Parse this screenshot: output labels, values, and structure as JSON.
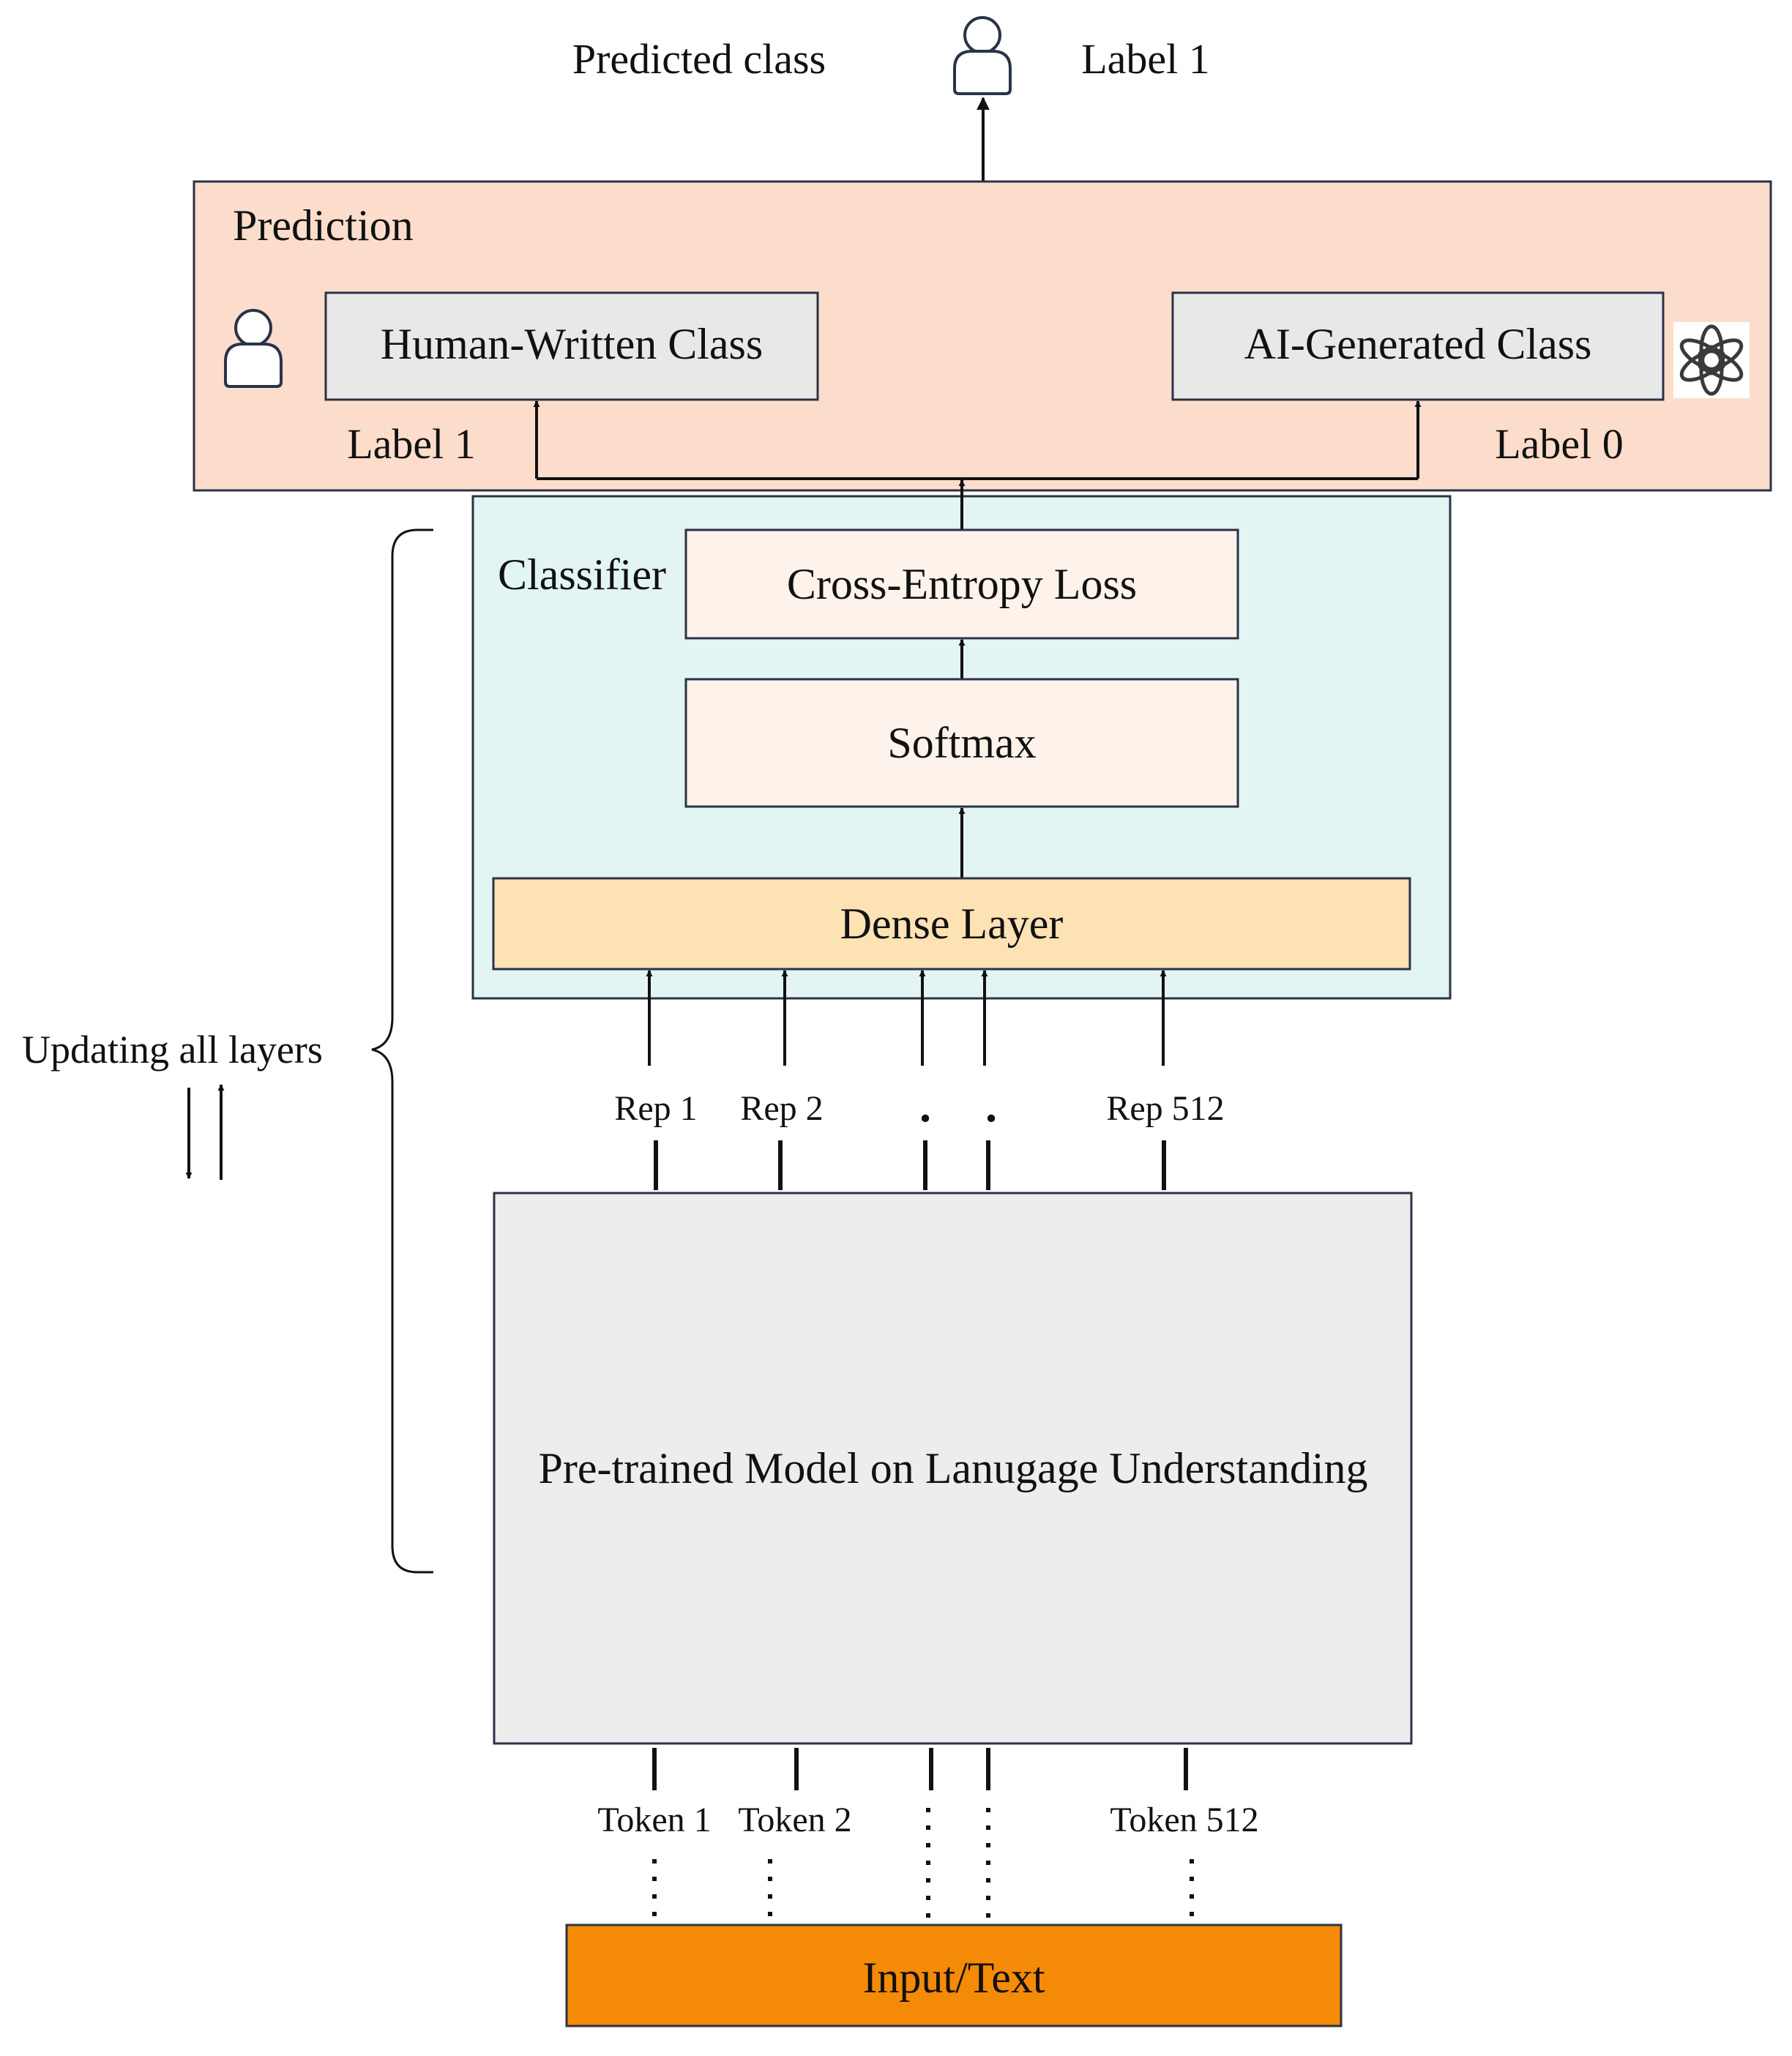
{
  "colors": {
    "prediction_bg": "#FCDDCB",
    "classifier_bg": "#E2F5F2",
    "class_box_bg": "#E8E8E8",
    "loss_box_bg": "#FDF3EA",
    "dense_bg": "#FDE2B4",
    "model_bg": "#EDEDED",
    "input_bg": "#F58A07",
    "border": "#2A3346",
    "arrow": "#111111"
  },
  "top": {
    "predicted_label": "Predicted class",
    "output_label": "Label 1",
    "icon": "person-icon"
  },
  "prediction": {
    "title": "Prediction",
    "human_class": "Human-Written Class",
    "human_label": "Label 1",
    "human_icon": "person-icon",
    "ai_class": "AI-Generated Class",
    "ai_label": "Label 0",
    "ai_icon": "openai-logo-icon"
  },
  "classifier": {
    "title": "Classifier",
    "loss": "Cross-Entropy Loss",
    "softmax": "Softmax",
    "dense": "Dense Layer"
  },
  "reps": [
    "Rep 1",
    "Rep 2",
    ".",
    ".",
    "Rep 512"
  ],
  "model": {
    "label": "Pre-trained Model on Lanugage Understanding"
  },
  "tokens": [
    "Token 1",
    "Token 2",
    "",
    "",
    "Token 512"
  ],
  "input": {
    "label": "Input/Text"
  },
  "side": {
    "label": "Updating all layers"
  }
}
